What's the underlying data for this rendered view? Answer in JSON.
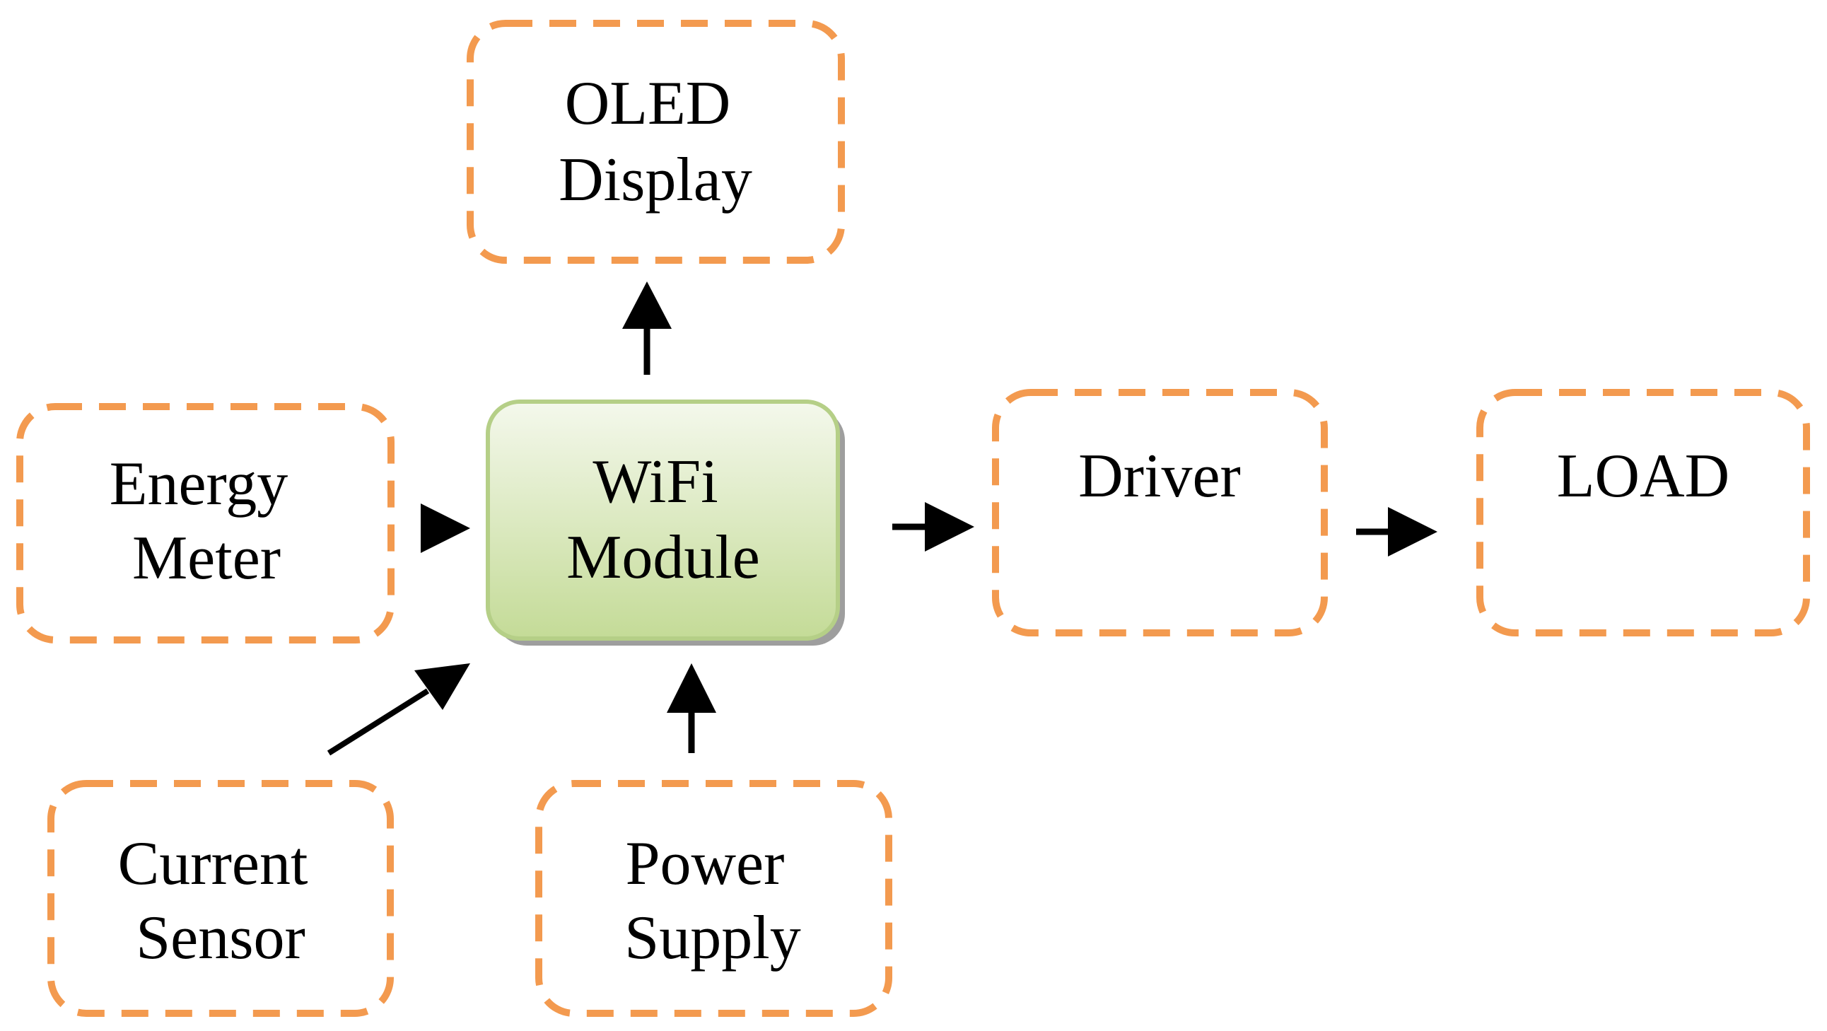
{
  "colors": {
    "dashed_border": "#F39A4F",
    "center_fill_top": "#F4F8EC",
    "center_fill_bottom": "#C4DB97",
    "center_border": "#B5CF87",
    "center_shadow": "#9E9E9E",
    "arrow": "#000000",
    "text": "#000000",
    "background": "#FFFFFF"
  },
  "blocks": {
    "oled_display": {
      "lines": [
        "OLED",
        "Display"
      ]
    },
    "energy_meter": {
      "lines": [
        "Energy",
        "Meter"
      ]
    },
    "wifi_module": {
      "lines": [
        "WiFi",
        "Module"
      ]
    },
    "driver": {
      "lines": [
        "Driver"
      ]
    },
    "load": {
      "lines": [
        "LOAD"
      ]
    },
    "current_sensor": {
      "lines": [
        "Current",
        "Sensor"
      ]
    },
    "power_supply": {
      "lines": [
        "Power",
        "Supply"
      ]
    }
  },
  "connections": [
    {
      "from": "wifi_module",
      "to": "oled_display"
    },
    {
      "from": "energy_meter",
      "to": "wifi_module"
    },
    {
      "from": "current_sensor",
      "to": "wifi_module"
    },
    {
      "from": "power_supply",
      "to": "wifi_module"
    },
    {
      "from": "wifi_module",
      "to": "driver"
    },
    {
      "from": "driver",
      "to": "load"
    }
  ]
}
